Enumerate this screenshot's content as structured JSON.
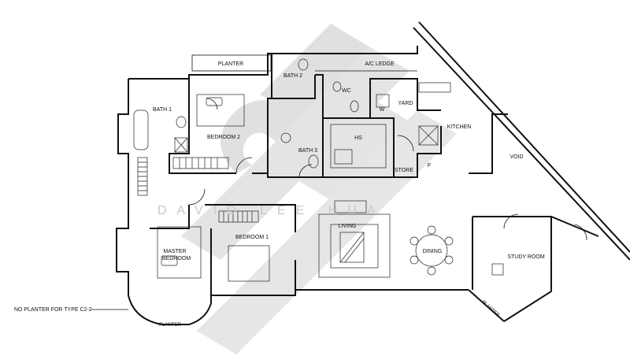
{
  "rooms": {
    "planter_top": "PLANTER",
    "ac_ledge": "A/C LEDGE",
    "bath2": "BATH 2",
    "wc": "WC",
    "yard": "YARD",
    "kitchen": "KITCHEN",
    "bath1": "BATH 1",
    "bedroom2": "BEDROOM 2",
    "bath3": "BATH 3",
    "hs": "HS",
    "store": "STORE",
    "void": "VOID",
    "master_bedroom_line1": "MASTER",
    "master_bedroom_line2": "BEDROOM",
    "bedroom1": "BEDROOM 1",
    "living": "LIVING",
    "dining": "DINING",
    "study_room": "STUDY ROOM",
    "planter_bottom": "PLANTER",
    "planter_right": "PLANTER",
    "w_mark": "W",
    "f_mark": "F"
  },
  "note": "NO PLANTER FOR TYPE C2-2",
  "watermark": {
    "logo": "cbl",
    "text": "DAVID LEE HUA"
  }
}
